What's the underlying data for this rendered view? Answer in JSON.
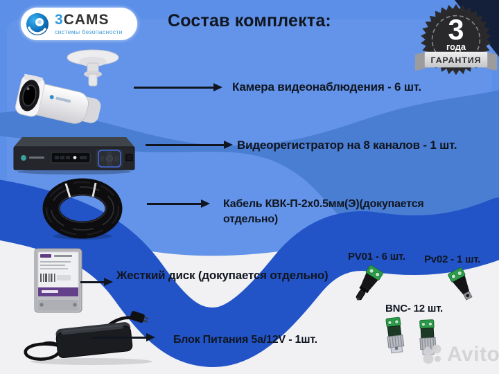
{
  "brand": {
    "number": "3",
    "name": "CAMS",
    "tagline": "системы безопасности"
  },
  "title": "Состав комплекта:",
  "warranty_badge": {
    "number": "3",
    "years": "года",
    "label": "ГАРАНТИЯ"
  },
  "items": [
    {
      "name": "camera",
      "label": "Камера видеонаблюдения - 6 шт."
    },
    {
      "name": "dvr",
      "label": "Видеорегистратор на 8 каналов - 1 шт."
    },
    {
      "name": "cable",
      "label": "Кабель КВК-П-2х0.5мм(Э)(докупается отдельно)"
    },
    {
      "name": "hdd",
      "label": "Жесткий диск (докупается отдельно)"
    },
    {
      "name": "psu",
      "label": "Блок Питания 5а/12V - 1шт."
    }
  ],
  "connectors": [
    {
      "name": "pv01",
      "label": "PV01 - 6 шт."
    },
    {
      "name": "pv02",
      "label": "Pv02 - 1 шт."
    },
    {
      "name": "bnc",
      "label": "BNC- 12 шт."
    }
  ],
  "watermark": {
    "label": "Avito"
  },
  "colors": {
    "background": "#5b8fe8",
    "wave_mid": "#4a7ed2",
    "wave_accent": "#2254c8",
    "wave_bottom": "#f1f1f3",
    "corner": "#141f3a",
    "text": "#10151f",
    "brand_blue": "#2e9ad8"
  }
}
